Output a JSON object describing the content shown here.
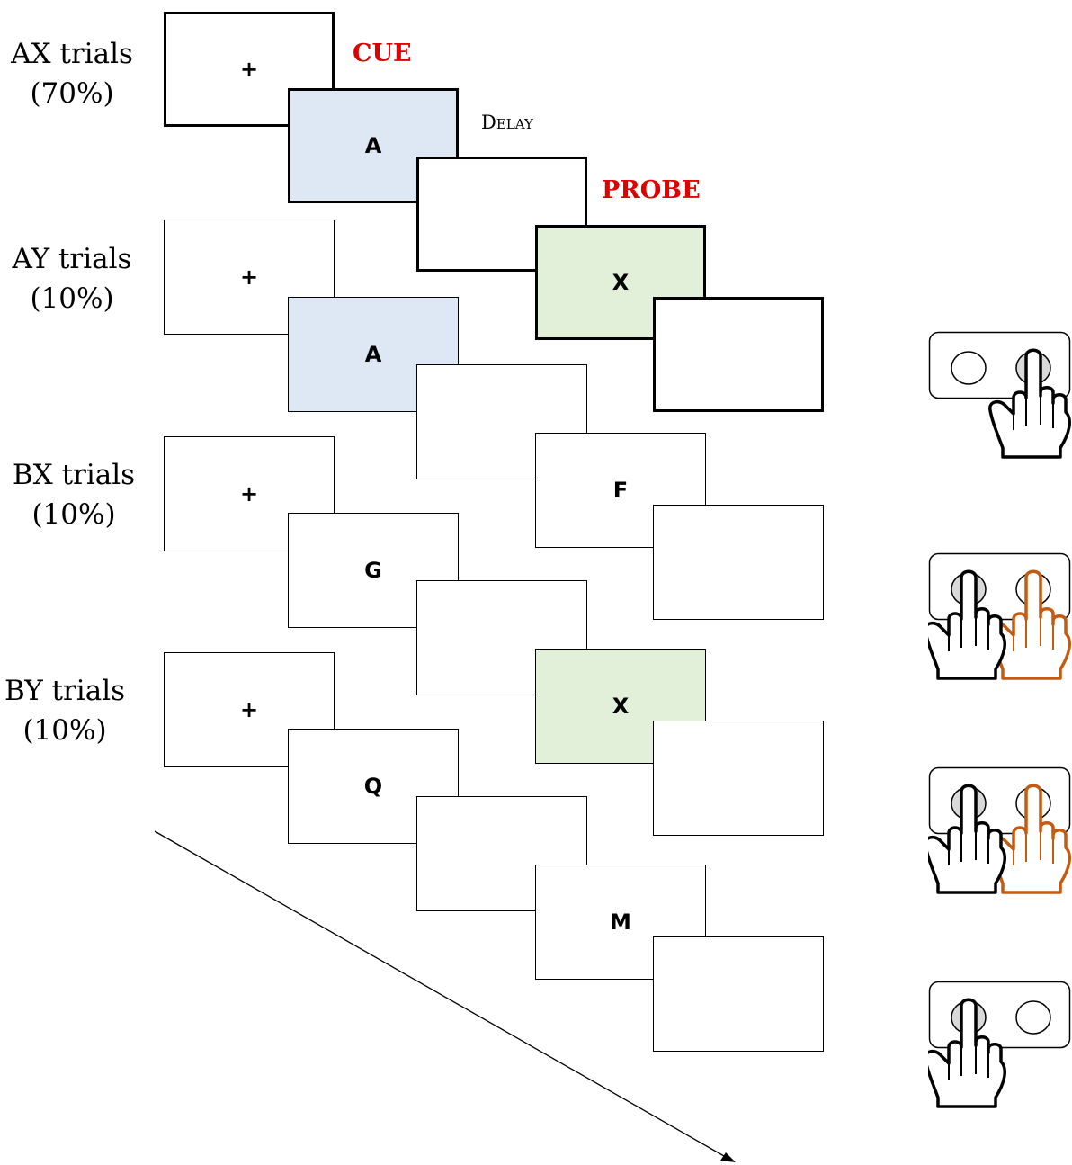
{
  "trials": [
    {
      "name": "AX trials",
      "percent": "(70%)",
      "cue": "A",
      "probe": "X",
      "fixation": "+"
    },
    {
      "name": "AY trials",
      "percent": "(10%)",
      "cue": "A",
      "probe": "F",
      "fixation": "+"
    },
    {
      "name": "BX trials",
      "percent": "(10%)",
      "cue": "G",
      "probe": "X",
      "fixation": "+"
    },
    {
      "name": "BY trials",
      "percent": "(10%)",
      "cue": "Q",
      "probe": "M",
      "fixation": "+"
    }
  ],
  "phases": {
    "cue": "CUE",
    "delay": "Delay",
    "probe": "PROBE"
  },
  "colors": {
    "phase_label": "#e00000",
    "cue_fill": "#dde8f4",
    "probe_fill": "#e2efd9",
    "button_pressed": "#d9d9d9",
    "alt_hand": "#c55a11",
    "line": "#000000"
  },
  "responses": [
    {
      "trial": "AX",
      "pressed": "right",
      "alternative": "none"
    },
    {
      "trial": "AY",
      "pressed": "left",
      "alternative": "right"
    },
    {
      "trial": "BX",
      "pressed": "left",
      "alternative": "right"
    },
    {
      "trial": "BY",
      "pressed": "left",
      "alternative": "none"
    }
  ]
}
